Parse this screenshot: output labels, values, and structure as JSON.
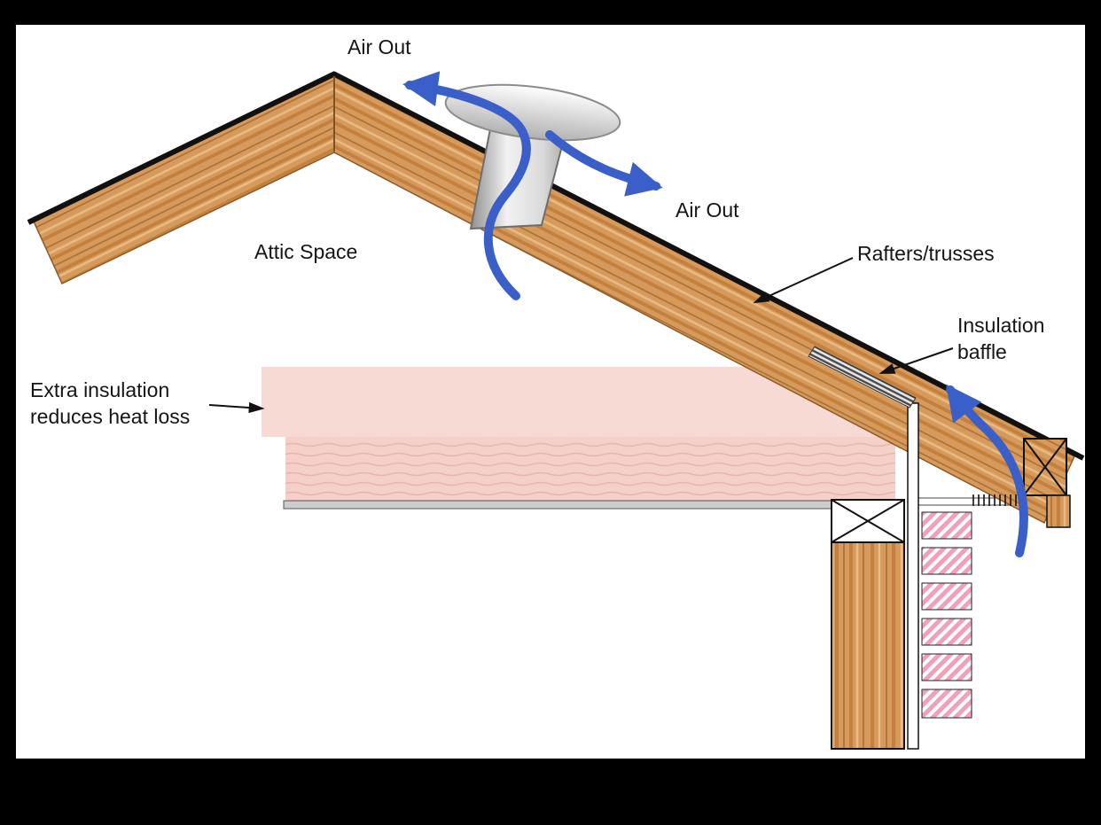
{
  "diagram": {
    "labels": {
      "air_out_top": "Air Out",
      "air_out_right": "Air Out",
      "attic_space": "Attic Space",
      "rafters_trusses": "Rafters/trusses",
      "insulation_baffle": {
        "line1": "Insulation",
        "line2": "baffle"
      },
      "extra_insulation": {
        "line1": "Extra insulation",
        "line2": "reduces heat loss"
      }
    },
    "colors": {
      "background_frame": "#000000",
      "canvas": "#ffffff",
      "wood": "#d79a5d",
      "wood_grain_dark": "#a76d2e",
      "roof_line": "#111111",
      "attic_insulation_pink": "#f8dad5",
      "ceiling_gray": "#cccccc",
      "wall_batt_pink": "#f2a0ba",
      "airflow_blue": "#3a5fc8",
      "vent_gray": "#d9d9d9"
    }
  }
}
